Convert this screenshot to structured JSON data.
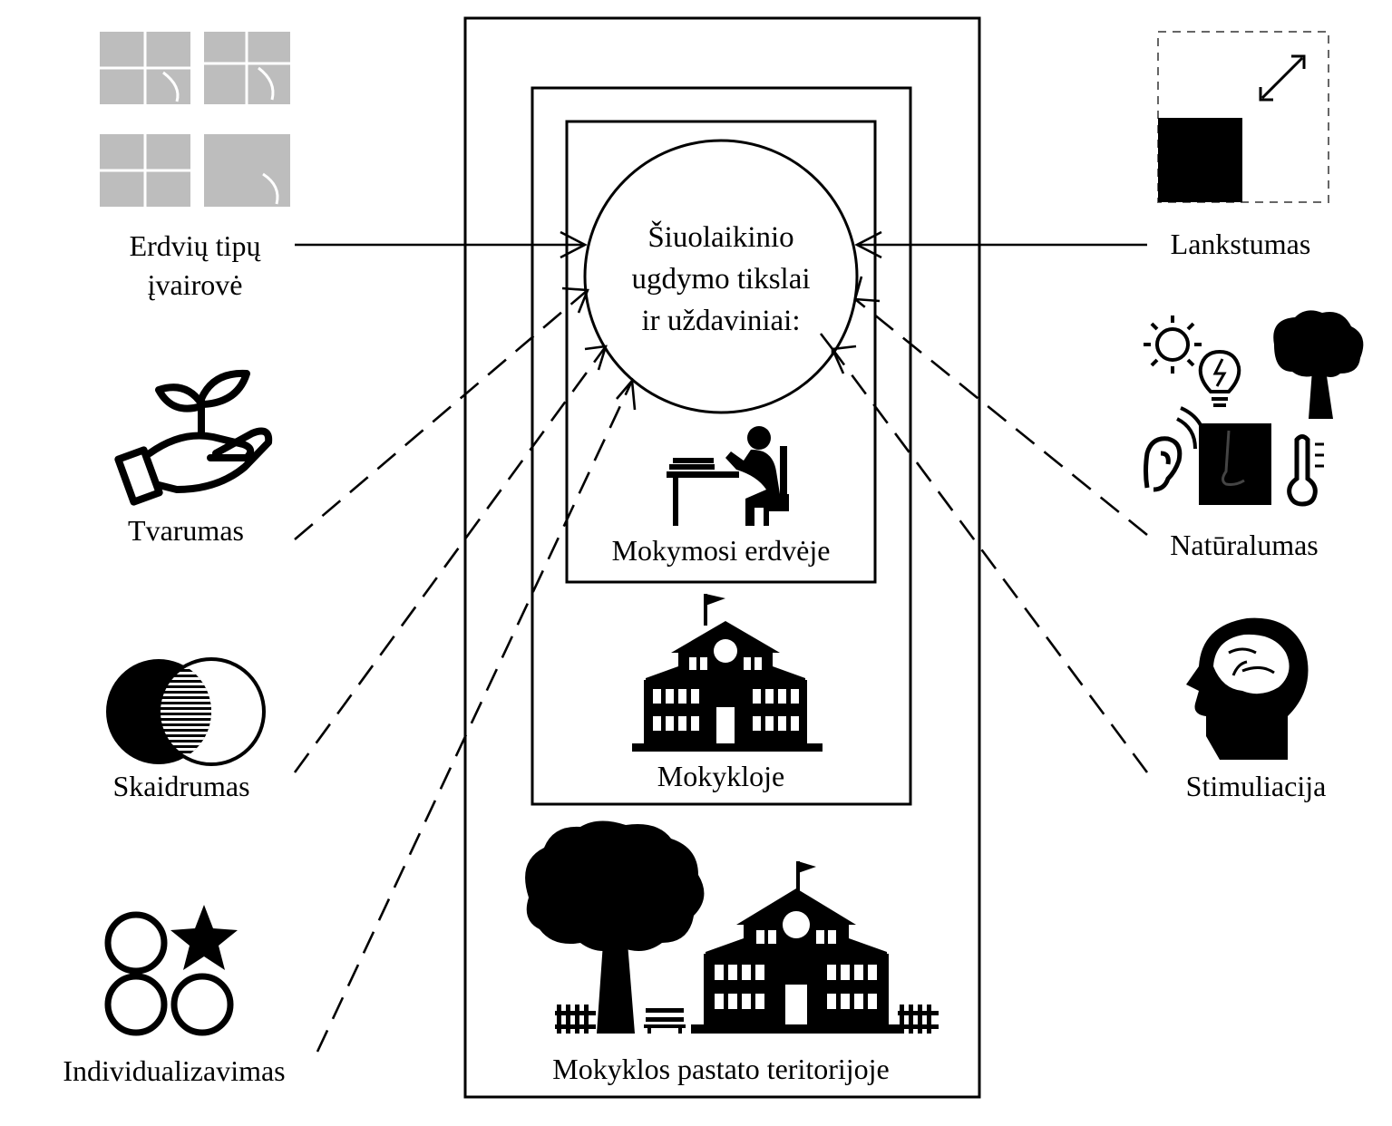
{
  "center": {
    "lines": [
      "Šiuolaikinio",
      "ugdymo tikslai",
      "ir uždaviniai:"
    ]
  },
  "levels": {
    "inner": "Mokymosi erdvėje",
    "middle": "Mokykloje",
    "outer": "Mokyklos pastato teritorijoje"
  },
  "principles": {
    "erdviu": [
      "Erdvių tipų",
      "įvairovė"
    ],
    "tvarumas": "Tvarumas",
    "skaidrumas": "Skaidrumas",
    "individualizavimas": "Individualizavimas",
    "lankstumas": "Lankstumas",
    "naturalumas": "Natūralumas",
    "stimuliacija": "Stimuliacija"
  }
}
